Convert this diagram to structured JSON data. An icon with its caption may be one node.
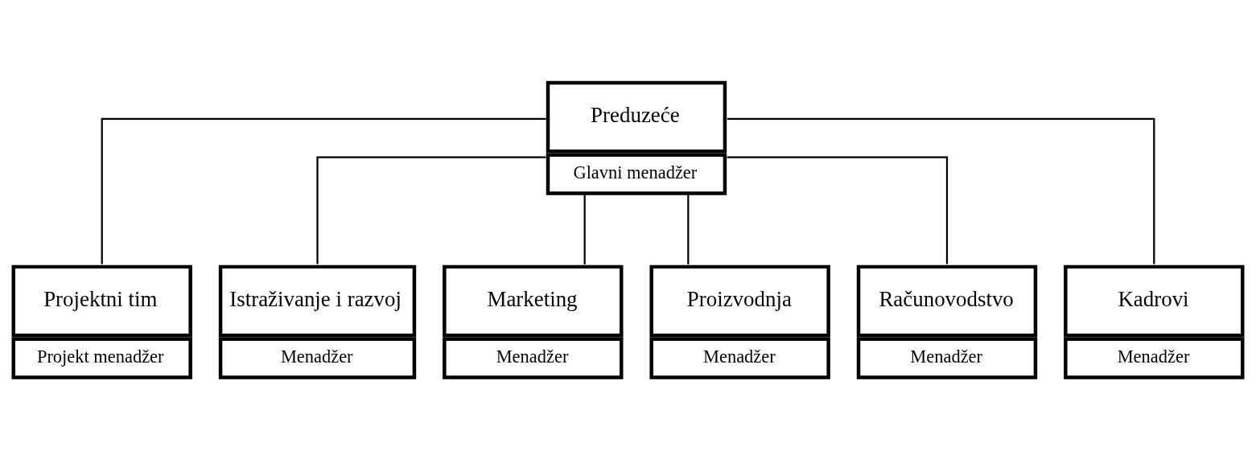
{
  "diagram": {
    "nodes": [
      {
        "text": [
          "Preduzeće",
          "Glavni menadžer"
        ]
      },
      {
        "text": [
          "Projektni tim",
          "Projekt menadžer"
        ]
      },
      {
        "text": [
          "Istraživanje i razvoj",
          "Menadžer"
        ]
      },
      {
        "text": [
          "Marketing",
          "Menadžer"
        ]
      },
      {
        "text": [
          "Proizvodnja",
          "Menadžer"
        ]
      },
      {
        "text": [
          "Računovodstvo",
          "Menadžer"
        ]
      },
      {
        "text": [
          "Kadrovi",
          "Menadžer"
        ]
      }
    ],
    "edges": [
      {
        "from": 0,
        "to": 1,
        "arrow": "none"
      },
      {
        "from": 0,
        "to": 2,
        "arrow": "none"
      },
      {
        "from": 0,
        "to": 3,
        "arrow": "none"
      },
      {
        "from": 0,
        "to": 4,
        "arrow": "none"
      },
      {
        "from": 0,
        "to": 5,
        "arrow": "none"
      },
      {
        "from": 0,
        "to": 6,
        "arrow": "none"
      }
    ]
  }
}
